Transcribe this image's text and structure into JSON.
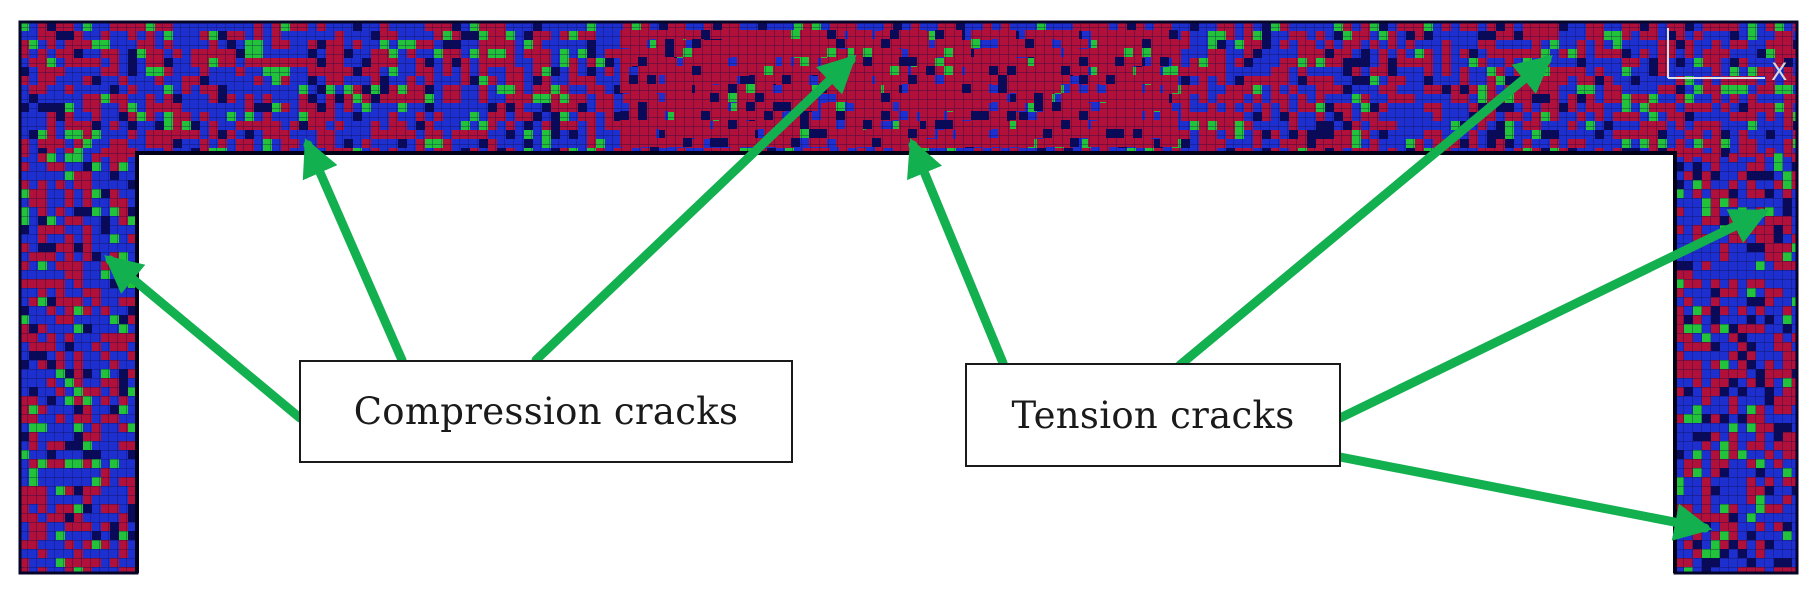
{
  "labels": {
    "compression": "Compression cracks",
    "tension": "Tension cracks"
  },
  "axis_marker": "X",
  "colors": {
    "background": "#ffffff",
    "frame_blue": "#1e2fd0",
    "frame_red": "#b0103a",
    "frame_green": "#22c33a",
    "frame_navy": "#0a0a5a",
    "arrow_green": "#12b04f",
    "box_border": "#1a1a1a"
  },
  "icons": [
    "arrow-icon"
  ]
}
